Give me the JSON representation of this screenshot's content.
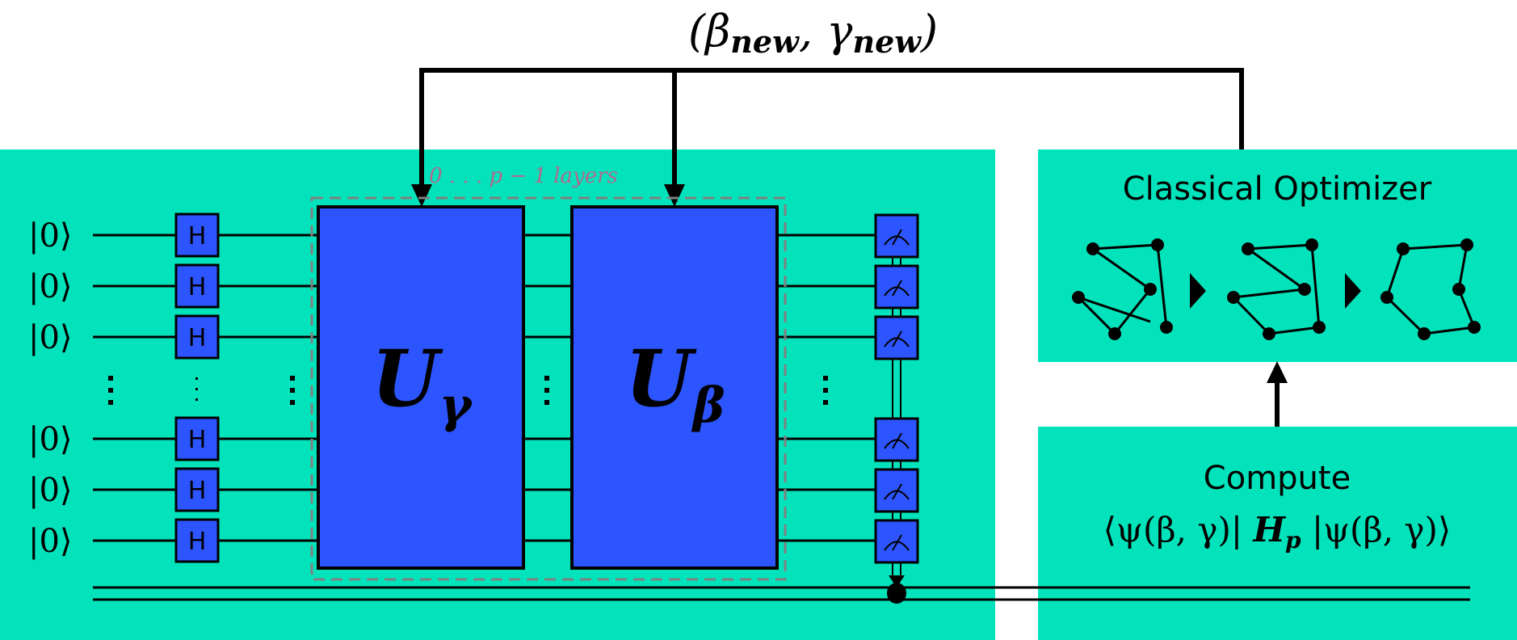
{
  "feedback_label": "(β",
  "feedback_label_sub1": "new",
  "feedback_label_mid": ", γ",
  "feedback_label_sub2": "new",
  "feedback_label_end": ")",
  "layers_label": "0 . . . p − 1 layers",
  "qubit_label": "|0⟩",
  "hadamard_label": "H",
  "u_gamma": {
    "base": "U",
    "sub": "γ"
  },
  "u_beta": {
    "base": "U",
    "sub": "β"
  },
  "optimizer": {
    "title": "Classical Optimizer"
  },
  "compute": {
    "title": "Compute",
    "expr_left": "⟨ψ(β, γ)| ",
    "expr_h": "H",
    "expr_hsub": "p",
    "expr_right": " |ψ(β, γ)⟩"
  },
  "colors": {
    "panel": "#03e3bb",
    "gate": "#2d55ff",
    "layers_box": "#808080",
    "layers_text": "#b06a90"
  }
}
